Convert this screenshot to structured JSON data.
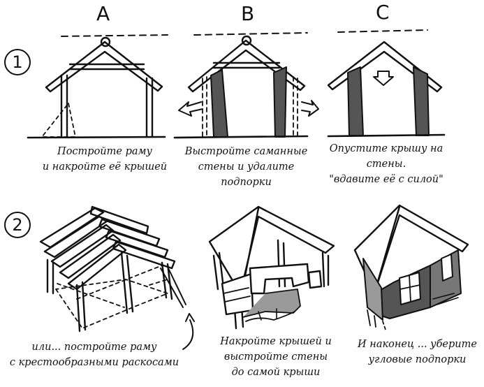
{
  "columns": [
    "A",
    "B",
    "C"
  ],
  "rows": [
    "1",
    "2"
  ],
  "captions": {
    "r1_a": [
      "Постройте раму",
      "и накройте её крышей"
    ],
    "r1_b": [
      "Выстройте саманные",
      "стены и удалите",
      "подпорки"
    ],
    "r1_c": [
      "Опустите крышу на",
      "стены.",
      "\"вдавите её с силой\""
    ],
    "r2_a": [
      "или... постройте раму",
      "с крестообразными раскосами"
    ],
    "r2_b": [
      "Накройте крышей и",
      "выстройте стены",
      "до самой крыши"
    ],
    "r2_c": [
      "И наконец ... уберите",
      "угловые подпорки"
    ]
  },
  "colors": {
    "ink": "#111111",
    "wall": "#555555",
    "stone": "#9a9a9a"
  }
}
